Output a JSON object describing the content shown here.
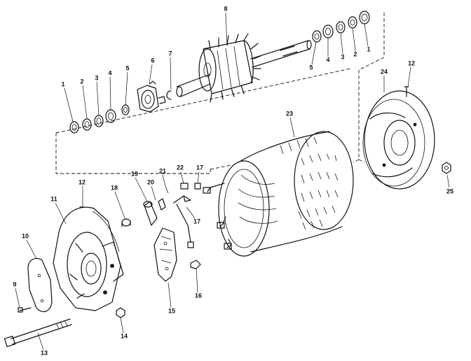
{
  "diagram": {
    "callouts": [
      {
        "id": "c1a",
        "text": "1"
      },
      {
        "id": "c2a",
        "text": "2"
      },
      {
        "id": "c3a",
        "text": "3"
      },
      {
        "id": "c4a",
        "text": "4"
      },
      {
        "id": "c5a",
        "text": "5"
      },
      {
        "id": "c6",
        "text": "6"
      },
      {
        "id": "c7",
        "text": "7"
      },
      {
        "id": "c8",
        "text": "8"
      },
      {
        "id": "c5b",
        "text": "5"
      },
      {
        "id": "c4b",
        "text": "4"
      },
      {
        "id": "c3b",
        "text": "3"
      },
      {
        "id": "c2b",
        "text": "2"
      },
      {
        "id": "c1b",
        "text": "1"
      },
      {
        "id": "c24",
        "text": "24"
      },
      {
        "id": "c12a",
        "text": "12"
      },
      {
        "id": "c23",
        "text": "23"
      },
      {
        "id": "c25",
        "text": "25"
      },
      {
        "id": "c22",
        "text": "22"
      },
      {
        "id": "c17a",
        "text": "17"
      },
      {
        "id": "c17b",
        "text": "17"
      },
      {
        "id": "c21",
        "text": "21"
      },
      {
        "id": "c20",
        "text": "20"
      },
      {
        "id": "c19",
        "text": "19"
      },
      {
        "id": "c18",
        "text": "18"
      },
      {
        "id": "c12b",
        "text": "12"
      },
      {
        "id": "c11",
        "text": "11"
      },
      {
        "id": "c10",
        "text": "10"
      },
      {
        "id": "c9",
        "text": "9"
      },
      {
        "id": "c13",
        "text": "13"
      },
      {
        "id": "c14",
        "text": "14"
      },
      {
        "id": "c15",
        "text": "15"
      },
      {
        "id": "c16",
        "text": "16"
      }
    ]
  }
}
